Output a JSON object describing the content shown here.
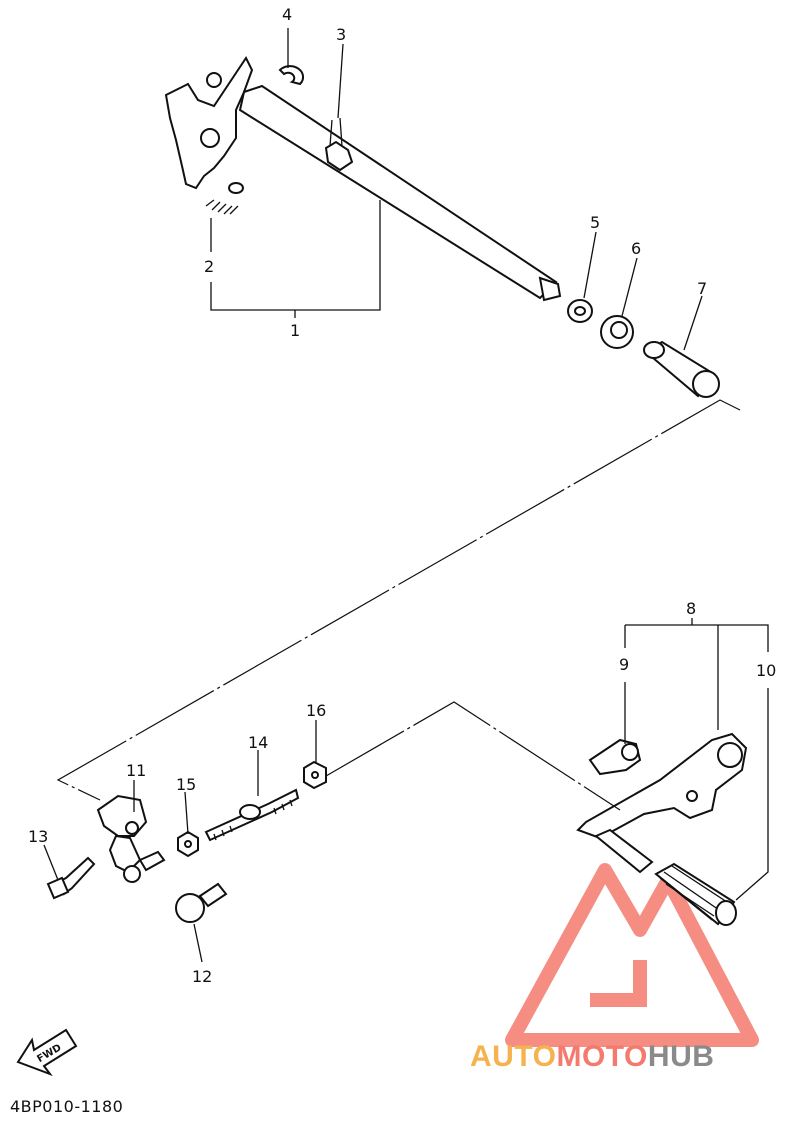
{
  "diagram": {
    "code": "4BP010-1180",
    "fwd_label": "FWD",
    "callouts": {
      "c1": "1",
      "c2": "2",
      "c3": "3",
      "c4": "4",
      "c5": "5",
      "c6": "6",
      "c7": "7",
      "c8": "8",
      "c9": "9",
      "c10": "10",
      "c11": "11",
      "c12": "12",
      "c13": "13",
      "c14": "14",
      "c15": "15",
      "c16": "16"
    }
  },
  "watermark": {
    "part1": "AUTO",
    "part2": "MOTO",
    "part3": "HUB",
    "colors": {
      "auto": "#f6b24e",
      "moto": "#f47a6e",
      "hub": "#8a8a8a",
      "triangle": "#f47a6e"
    }
  }
}
